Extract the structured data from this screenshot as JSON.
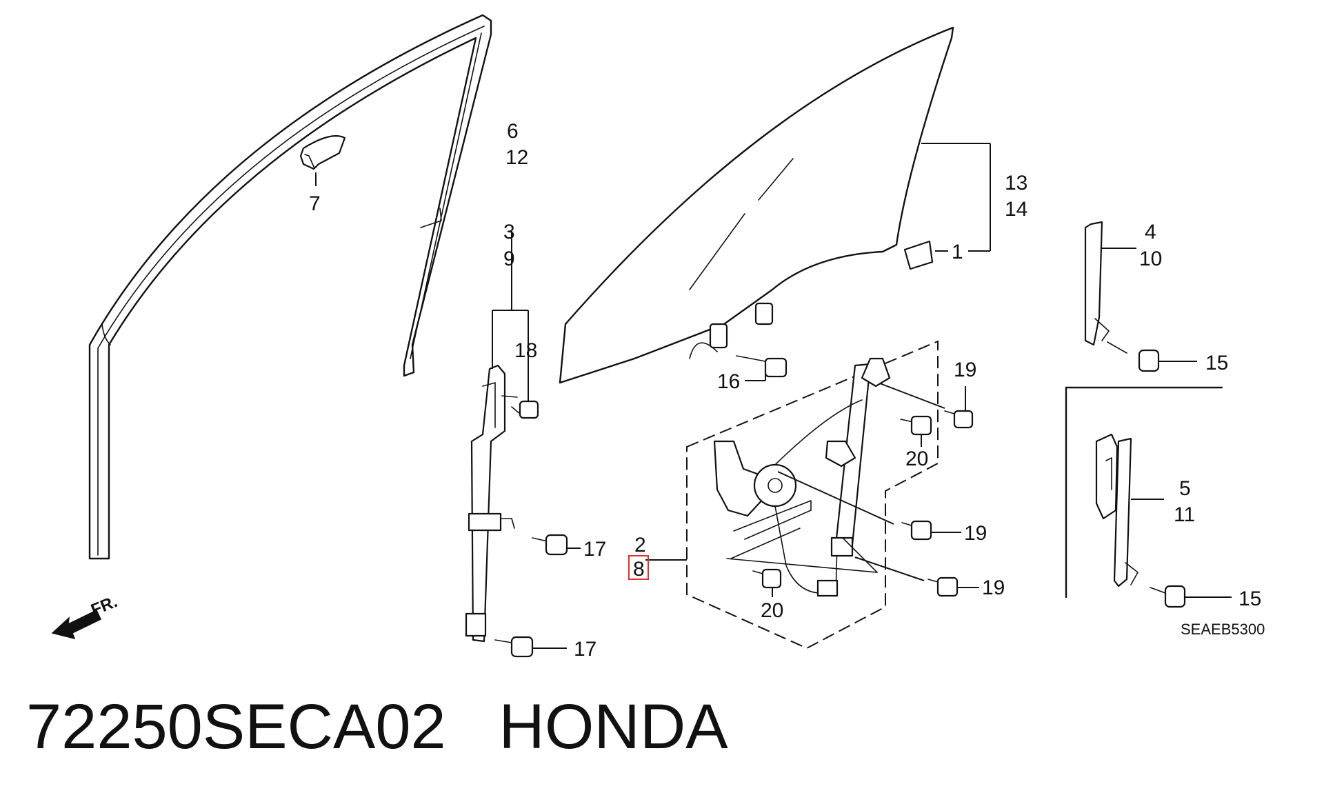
{
  "caption": {
    "part_number": "72250SECA02",
    "brand": "HONDA"
  },
  "diagram": {
    "drawing_code": "SEAEB5300",
    "direction_label": "FR.",
    "callouts": {
      "c1": "1",
      "c2": "2",
      "c3": "3",
      "c4": "4",
      "c5": "5",
      "c6": "6",
      "c7": "7",
      "c8": "8",
      "c9": "9",
      "c10": "10",
      "c11": "11",
      "c12": "12",
      "c13": "13",
      "c14": "14",
      "c15a": "15",
      "c15b": "15",
      "c16": "16",
      "c17a": "17",
      "c17b": "17",
      "c18": "18",
      "c19a": "19",
      "c19b": "19",
      "c19c": "19",
      "c20a": "20",
      "c20b": "20"
    },
    "highlighted_callout": "8",
    "highlight_color": "#e03030"
  }
}
